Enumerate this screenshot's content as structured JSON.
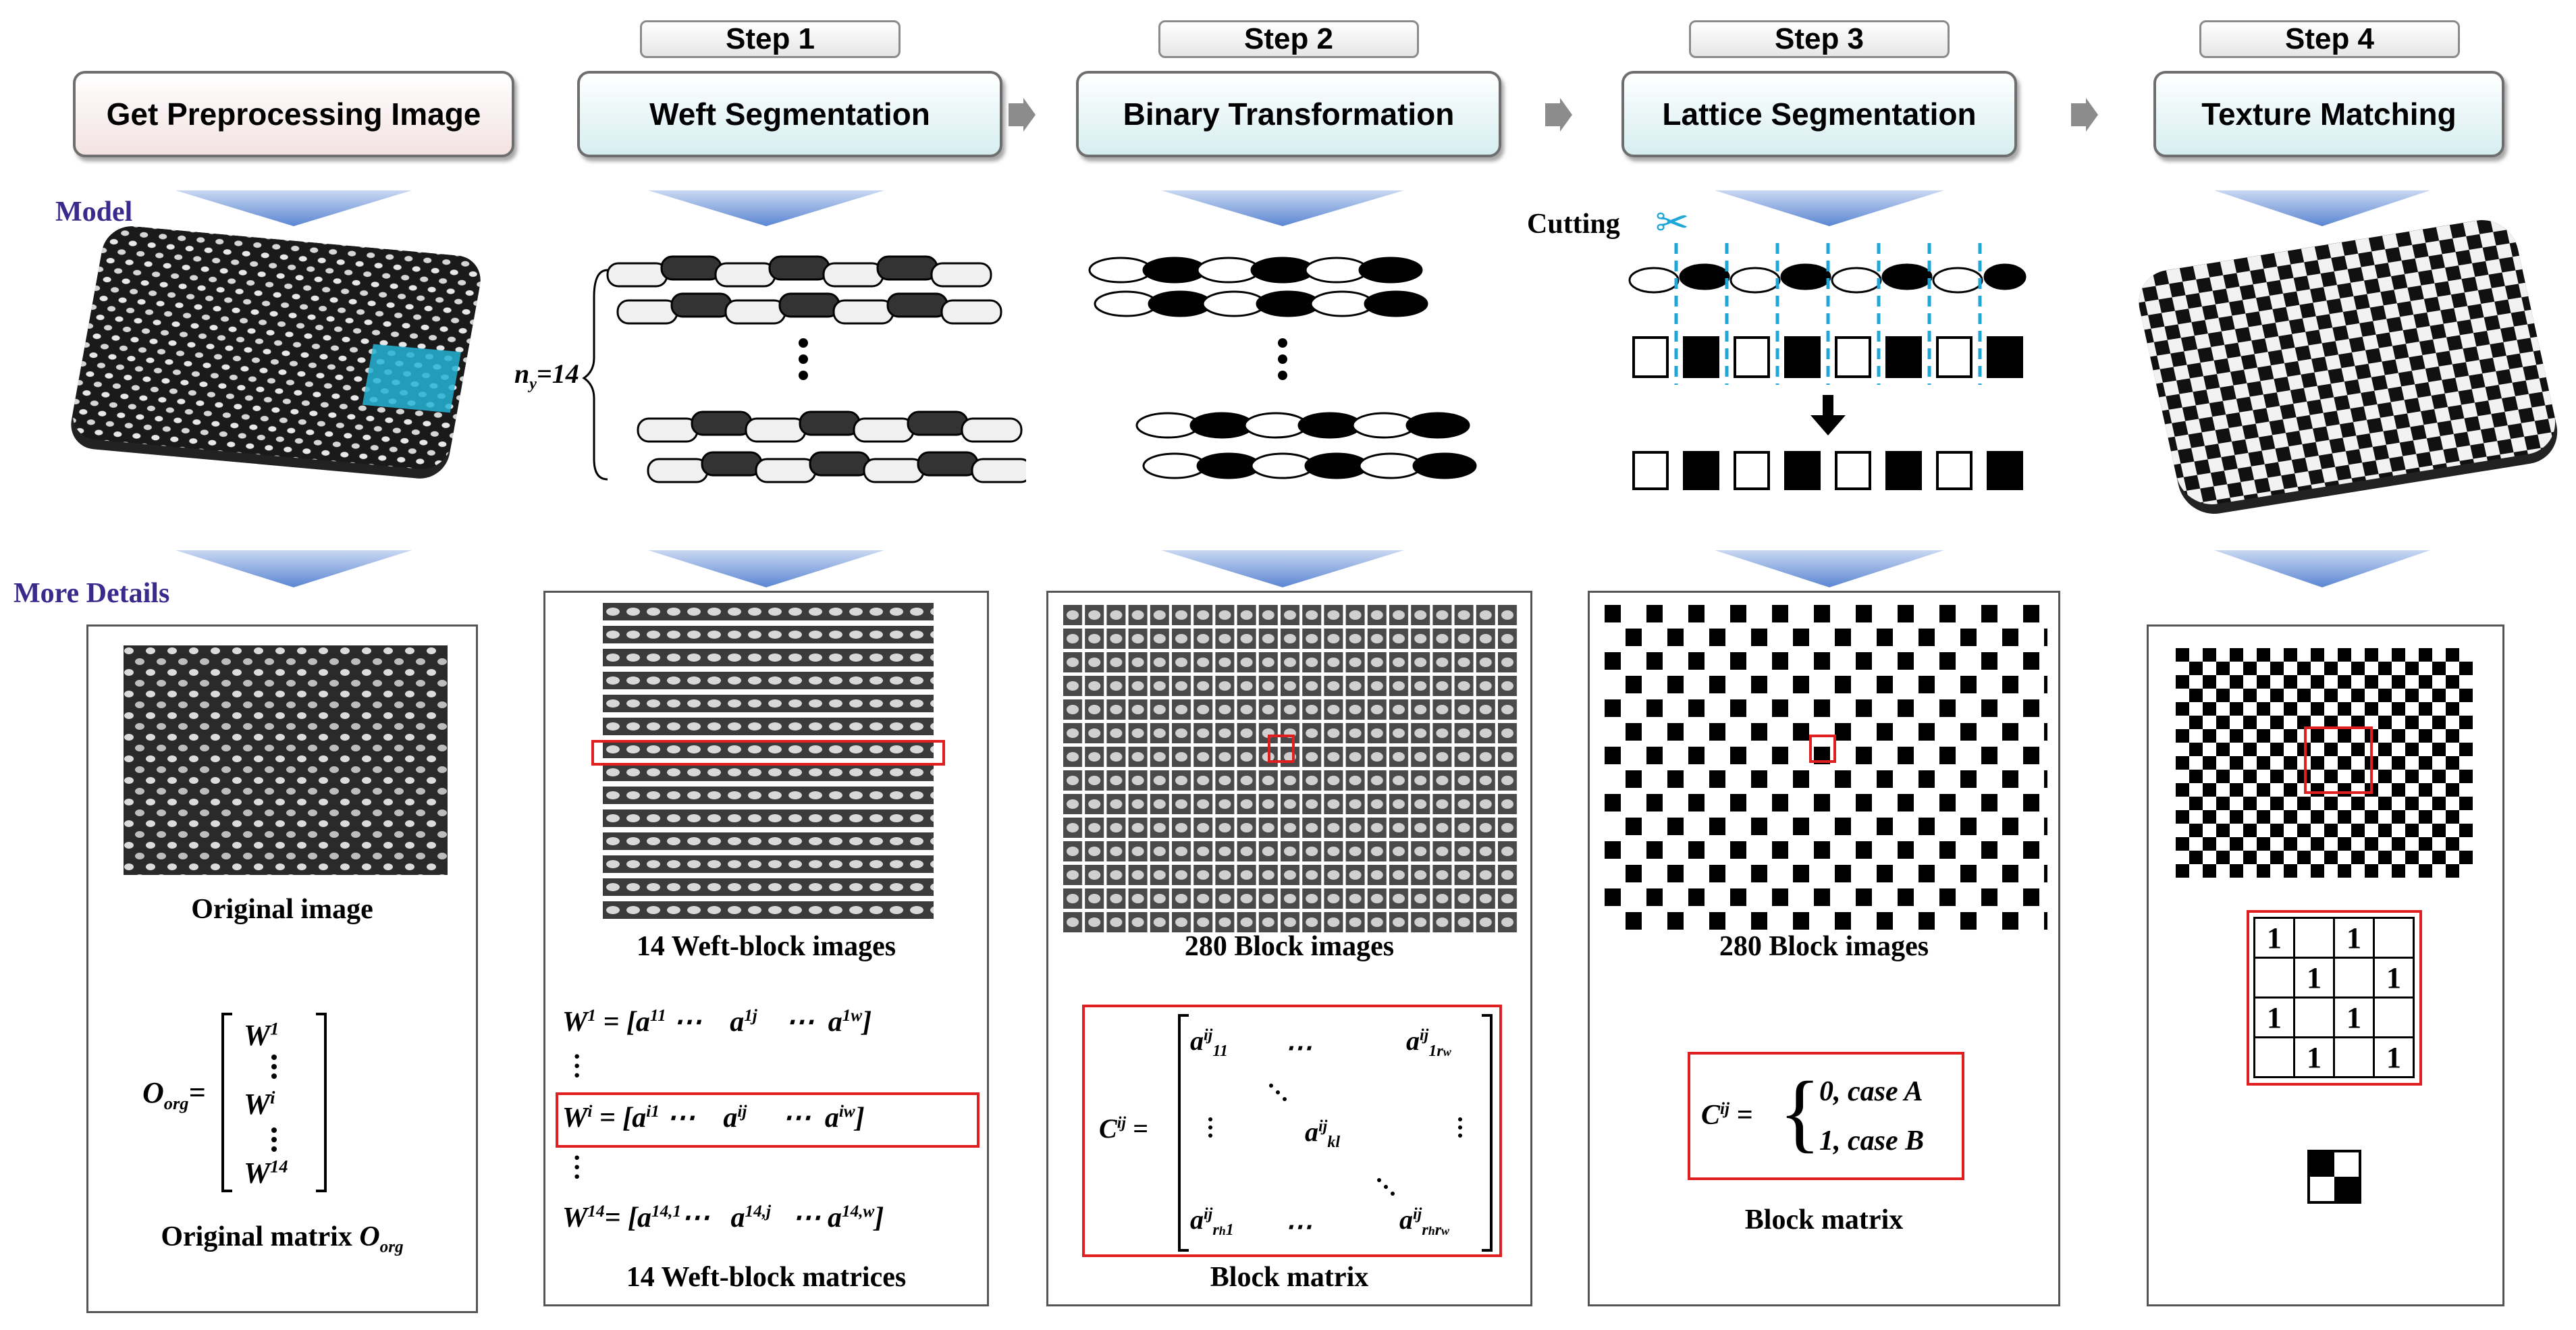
{
  "steps": [
    "Step 1",
    "Step 2",
    "Step 3",
    "Step 4"
  ],
  "headers": [
    "Get Preprocessing Image",
    "Weft Segmentation",
    "Binary Transformation",
    "Lattice Segmentation",
    "Texture Matching"
  ],
  "labels": {
    "model": "Model",
    "more_details": "More Details",
    "cutting": "Cutting",
    "ny": "n",
    "ny_sub": "y",
    "ny_val": "=14"
  },
  "captions": {
    "original_image": "Original image",
    "original_matrix": "Original matrix",
    "weft_images": "14 Weft-block images",
    "weft_matrices": "14 Weft-block matrices",
    "block_images_2": "280 Block images",
    "block_matrix_2": "Block matrix",
    "block_images_3": "280 Block images",
    "block_matrix_3": "Block matrix"
  },
  "math": {
    "O": "O",
    "org": "org",
    "W": "W",
    "a": "a",
    "dots_h": "⋯",
    "case_a": "0, case A",
    "case_b": "1, case B",
    "C": "C",
    "ij": "ij",
    "w1_sup": "1",
    "wi_sup": "i",
    "w14_sup": "14",
    "a11": "11",
    "a1j": "1j",
    "a1w": "1w",
    "ai1": "i1",
    "aij": "ij",
    "aiw": "iw",
    "a141": "14,1",
    "a14j": "14,j",
    "a14w": "14,w",
    "c11_sub": "11",
    "c1rw_sub": "1r",
    "ckl_sub": "kl",
    "crh1_sub": "r",
    "crhrw_sub": "r",
    "rw": "w",
    "rh": "h"
  },
  "texture_matrix": [
    [
      "1",
      "",
      "1",
      ""
    ],
    [
      "",
      "1",
      "",
      "1"
    ],
    [
      "1",
      "",
      "1",
      ""
    ],
    [
      "",
      "1",
      "",
      "1"
    ]
  ],
  "colors": {
    "accent_red": "#e02020",
    "cyan": "#1ea7d8",
    "label_purple": "#3a2a8c",
    "arrow_blue": "#6f93d6"
  }
}
